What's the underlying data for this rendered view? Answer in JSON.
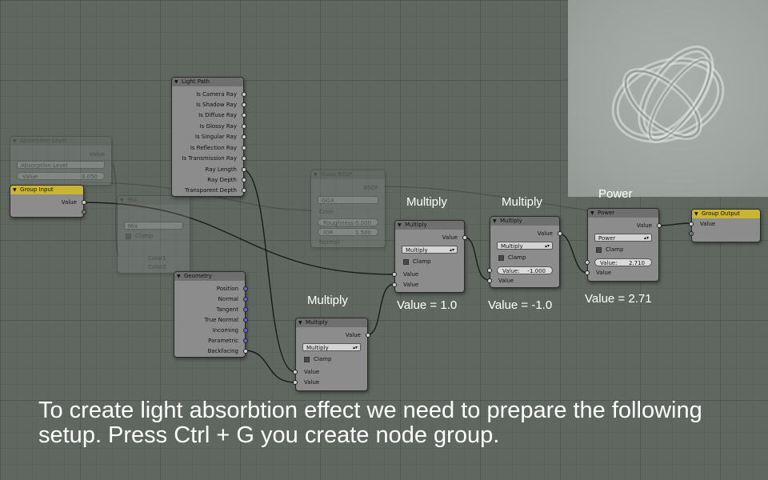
{
  "nodes": {
    "light_path": {
      "title": "Light Path",
      "outputs": [
        "Is Camera Ray",
        "Is Shadow Ray",
        "Is Diffuse Ray",
        "Is Glossy Ray",
        "Is Singular Ray",
        "Is Reflection Ray",
        "Is Transmission Ray",
        "Ray Length",
        "Ray Depth",
        "Transparent Depth"
      ]
    },
    "geometry": {
      "title": "Geometry",
      "outputs": [
        "Position",
        "Normal",
        "Tangent",
        "True Normal",
        "Incoming",
        "Parametric",
        "Backfacing"
      ]
    },
    "group_input": {
      "title": "Group Input",
      "output": "Value"
    },
    "group_output": {
      "title": "Group Output",
      "input": "Value"
    },
    "multiply1": {
      "title": "Multiply",
      "output": "Value",
      "operation": "Multiply",
      "clamp": "Clamp",
      "input1": "Value",
      "input2": "Value"
    },
    "multiply2": {
      "title": "Multiply",
      "output": "Value",
      "operation": "Multiply",
      "clamp": "Clamp",
      "input1": "Value",
      "input2": "Value"
    },
    "multiply3": {
      "title": "Multiply",
      "output": "Value",
      "operation": "Multiply",
      "clamp": "Clamp",
      "value_label": "Value:",
      "value": "-1.000",
      "input2": "Value"
    },
    "power": {
      "title": "Power",
      "output": "Value",
      "operation": "Power",
      "clamp": "Clamp",
      "value_label": "Value:",
      "value": "2.710",
      "input2": "Value"
    }
  },
  "ghost": {
    "absorption": {
      "title": "Absorption Level",
      "output": "Value",
      "field": "Absorption Level",
      "value_label": "Value",
      "value": "0.050"
    },
    "mix": {
      "title": "Mix",
      "field": "Mix",
      "clamp": "Clamp",
      "color1": "Color1",
      "color2": "Color2"
    },
    "glass": {
      "title": "Glass BSDF",
      "output": "BSDF",
      "dist": "GGX",
      "color": "Color",
      "roughness_label": "Roughness",
      "roughness": "0.000",
      "ior_label": "IOR",
      "ior": "1.500",
      "normal": "Normal"
    }
  },
  "captions": {
    "multiply_a": "Multiply",
    "multiply_b": "Multiply",
    "multiply_c": "Multiply",
    "power": "Power",
    "value_b": "Value = 1.0",
    "value_c": "Value = -1.0",
    "value_power": "Value = 2.71",
    "main": "To create light absorbtion effect we need to prepare the following setup. Press Ctrl + G you create node group."
  },
  "colors": {
    "background": "#5f6760",
    "node_body": "#8c8c8c",
    "node_header": "#6f6f6f",
    "group_header": "#c9b531",
    "wire": "#1b1b1b"
  }
}
